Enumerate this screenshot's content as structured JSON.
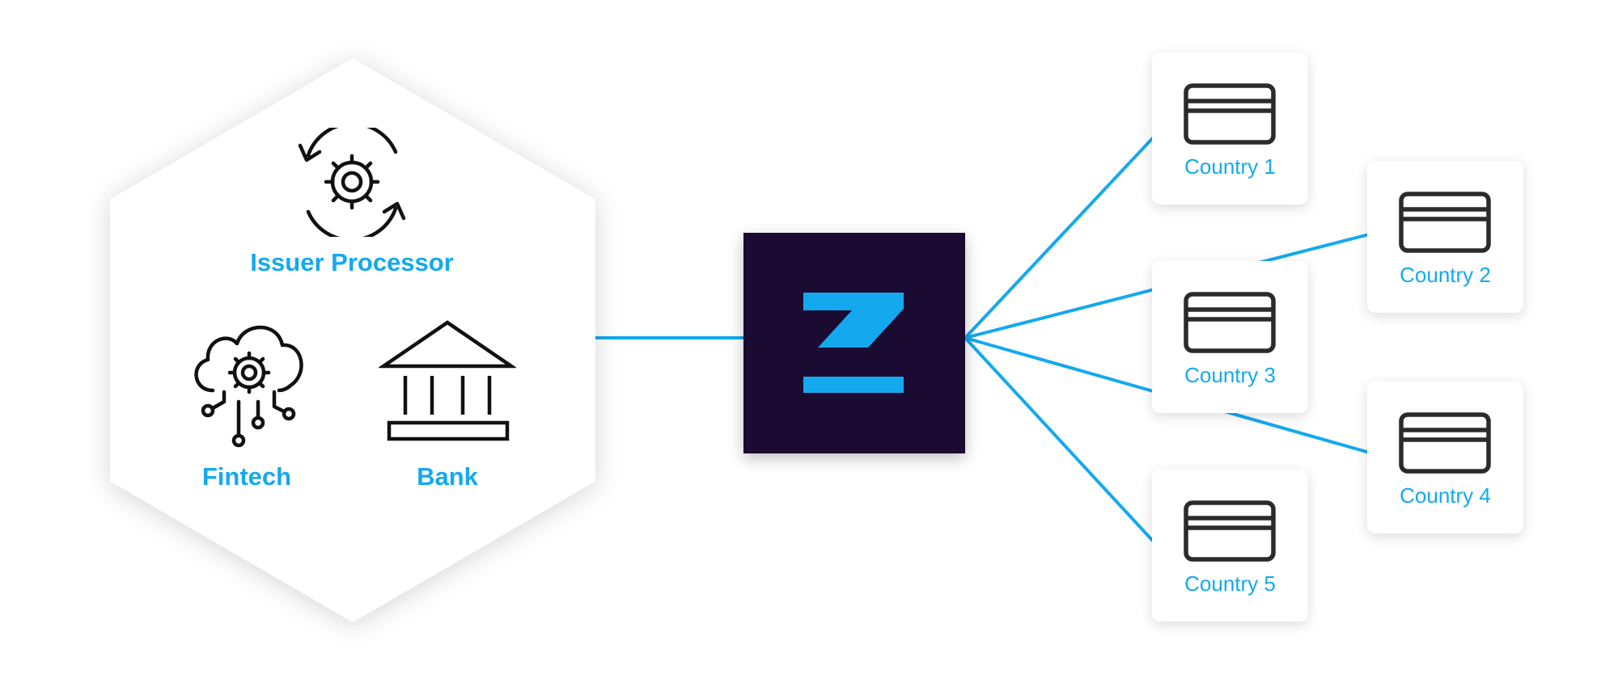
{
  "colors": {
    "accent": "#14a9ee",
    "logo_background": "#1b0b33",
    "icon_stroke": "#111111",
    "background": "#ffffff"
  },
  "hexagon": {
    "issuer_processor": {
      "label": "Issuer Processor",
      "icon": "gear-cycle-icon"
    },
    "fintech": {
      "label": "Fintech",
      "icon": "cloud-gear-circuit-icon"
    },
    "bank": {
      "label": "Bank",
      "icon": "bank-building-icon"
    }
  },
  "hub": {
    "icon": "z-logo-icon"
  },
  "countries": [
    {
      "label": "Country 1",
      "icon": "credit-card-icon"
    },
    {
      "label": "Country 2",
      "icon": "credit-card-icon"
    },
    {
      "label": "Country 3",
      "icon": "credit-card-icon"
    },
    {
      "label": "Country 4",
      "icon": "credit-card-icon"
    },
    {
      "label": "Country 5",
      "icon": "credit-card-icon"
    }
  ]
}
